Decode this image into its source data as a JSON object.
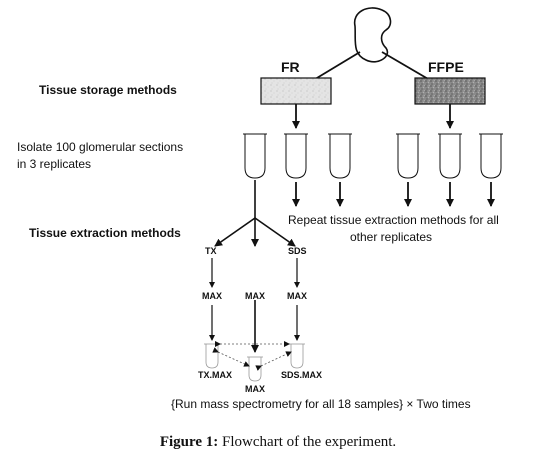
{
  "labels": {
    "fr": "FR",
    "ffpe": "FFPE",
    "storage_heading": "Tissue storage methods",
    "isolate_line1": "Isolate 100  glomerular sections",
    "isolate_line2": "in 3 replicates",
    "extraction_heading": "Tissue extraction methods",
    "repeat_line1": "Repeat tissue extraction methods for all",
    "repeat_line2": "other replicates",
    "tx": "TX",
    "sds": "SDS",
    "max_left": "MAX",
    "max_center": "MAX",
    "max_right": "MAX",
    "tx_max": "TX.MAX",
    "sds_max": "SDS.MAX",
    "max_bottom": "MAX",
    "run_ms": "{Run mass spectrometry for all 18 samples} × Two times"
  },
  "caption": {
    "label": "Figure 1:",
    "text": "Flowchart of the experiment."
  }
}
